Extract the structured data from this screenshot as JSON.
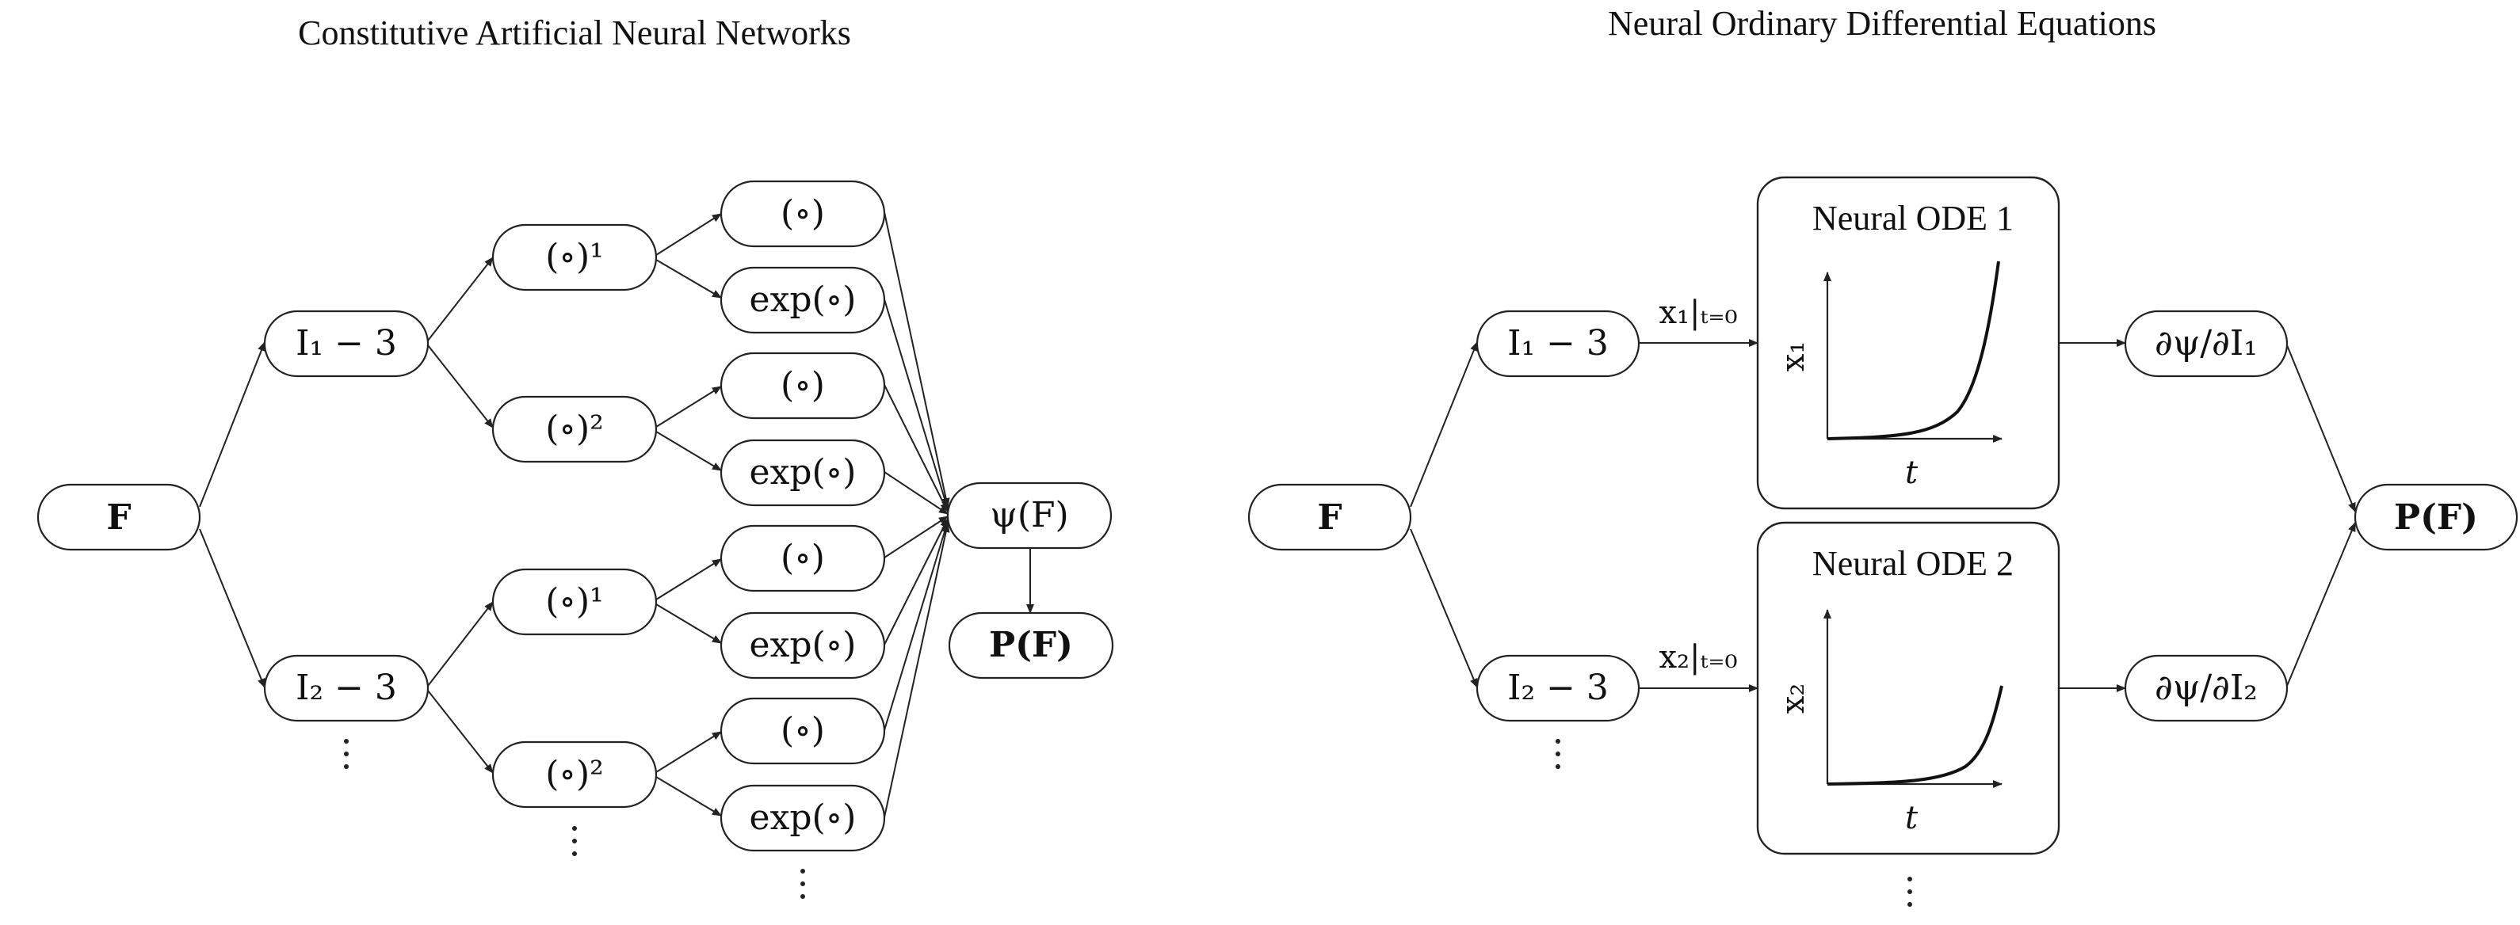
{
  "left_panel": {
    "title": "Constitutive Artificial Neural Networks",
    "nodes": {
      "F": "F",
      "I1": "I₁ − 3",
      "I2": "I₂ − 3",
      "pow1a": "(∘)¹",
      "pow2a": "(∘)²",
      "pow1b": "(∘)¹",
      "pow2b": "(∘)²",
      "id1": "(∘)",
      "exp1": "exp(∘)",
      "id2": "(∘)",
      "exp2": "exp(∘)",
      "id3": "(∘)",
      "exp3": "exp(∘)",
      "id4": "(∘)",
      "exp4": "exp(∘)",
      "psi": "ψ(F)",
      "P": "P(F)"
    },
    "continuation": "⋮"
  },
  "right_panel": {
    "title": "Neural Ordinary Differential Equations",
    "nodes": {
      "F": "F",
      "I1": "I₁ − 3",
      "I2": "I₂ − 3",
      "d1": "∂ψ/∂I₁",
      "d2": "∂ψ/∂I₂",
      "P": "P(F)"
    },
    "edge_labels": {
      "x1": "x₁|ₜ₌₀",
      "x2": "x₂|ₜ₌₀"
    },
    "ode_boxes": [
      {
        "title": "Neural ODE 1",
        "y_label": "x₁",
        "x_label": "t"
      },
      {
        "title": "Neural ODE 2",
        "y_label": "x₂",
        "x_label": "t"
      }
    ],
    "continuation": "⋮"
  }
}
